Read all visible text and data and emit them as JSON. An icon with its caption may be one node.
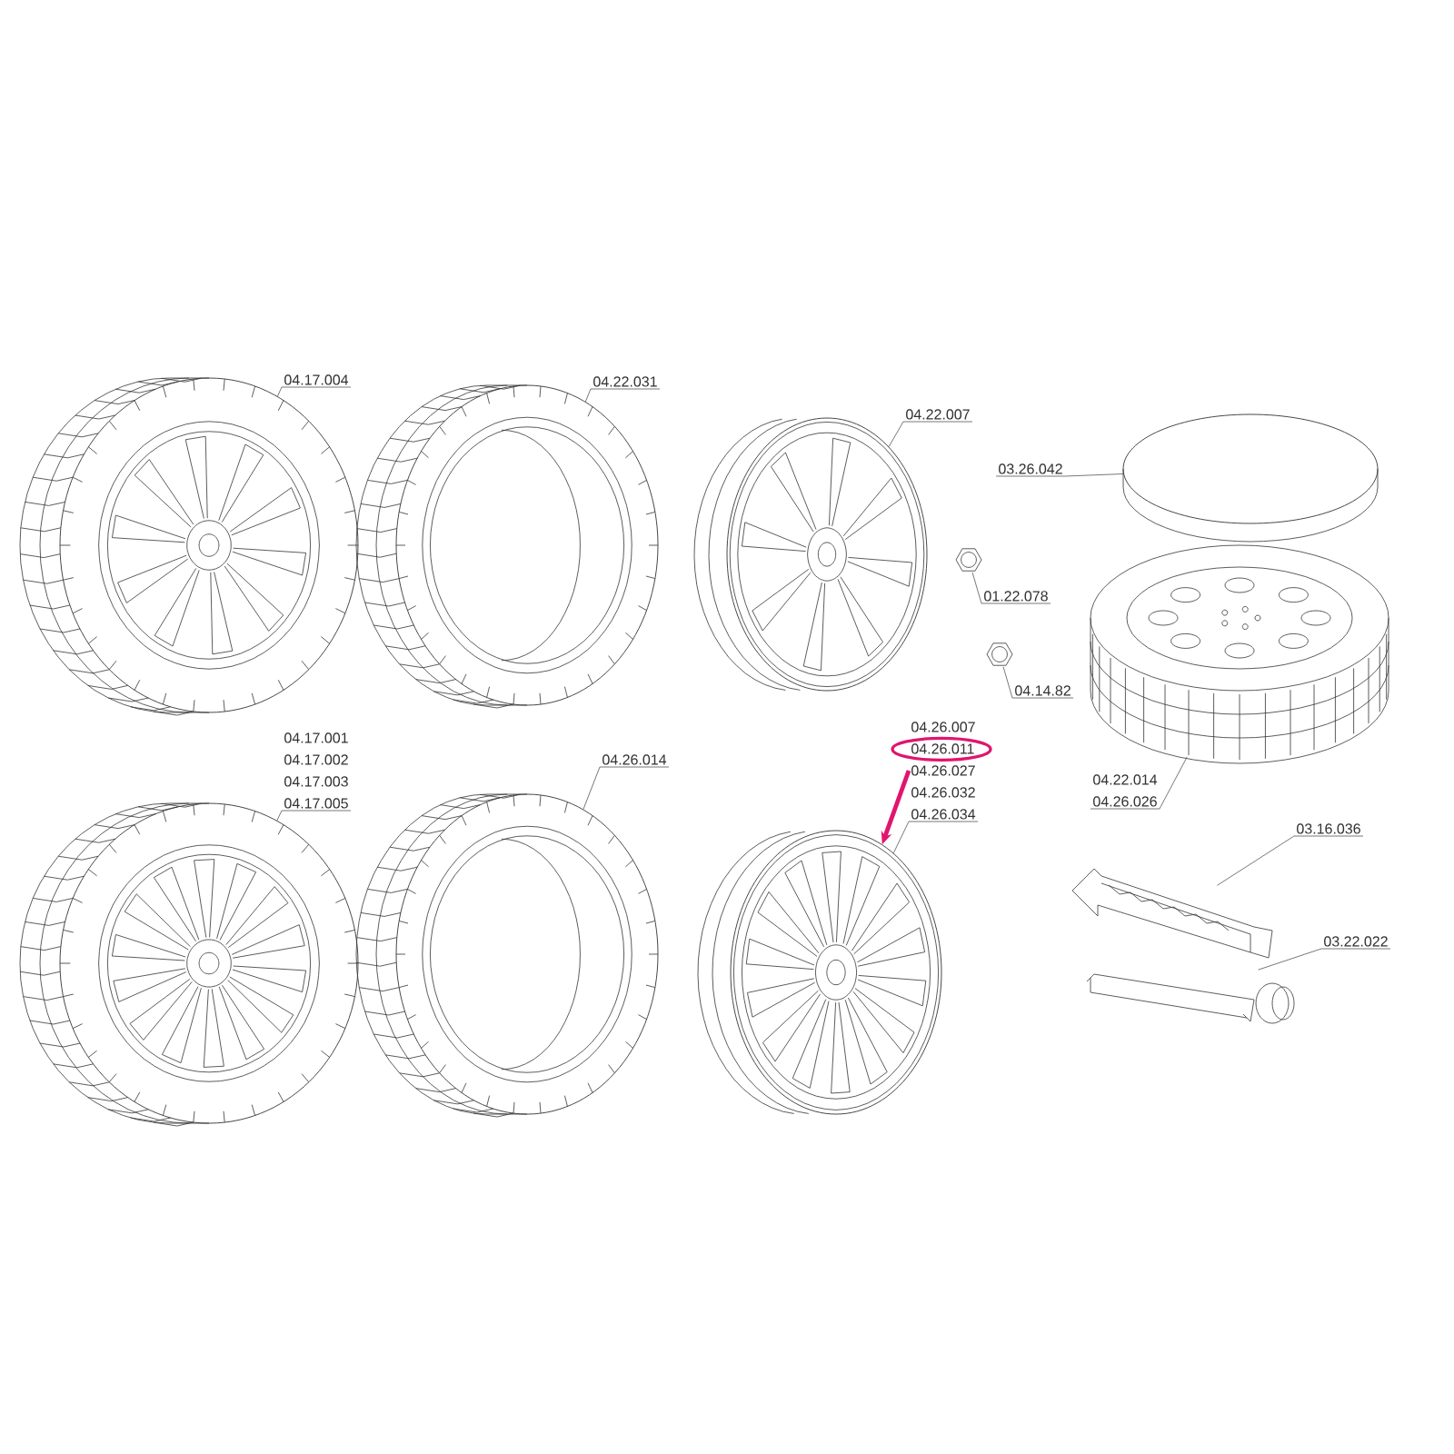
{
  "diagram": {
    "nodes": [
      {
        "text": [],
        "shape": "picture"
      },
      {
        "text": [],
        "shape": "picture"
      },
      {
        "text": [],
        "shape": "picture"
      },
      {
        "text": [],
        "shape": "picture"
      },
      {
        "text": [],
        "shape": "picture"
      },
      {
        "text": [],
        "shape": "picture"
      },
      {
        "text": [],
        "shape": "picture"
      },
      {
        "text": [],
        "shape": "picture"
      },
      {
        "text": [],
        "shape": "picture"
      },
      {
        "text": [],
        "shape": "picture"
      },
      {
        "text": [],
        "shape": "picture"
      },
      {
        "text": [],
        "shape": "picture"
      },
      {
        "text": [
          "04.17.004"
        ]
      },
      {
        "text": [
          "04.22.031"
        ]
      },
      {
        "text": [
          "04.22.007"
        ]
      },
      {
        "text": [
          "03.26.042"
        ]
      },
      {
        "text": [
          "01.22.078"
        ]
      },
      {
        "text": [
          "04.14.82"
        ]
      },
      {
        "text": [
          "04.17.001",
          "04.17.002",
          "04.17.003",
          "04.17.005"
        ]
      },
      {
        "text": [
          "04.26.014"
        ]
      },
      {
        "text": [
          "04.26.007",
          "04.26.011",
          "04.26.027",
          "04.26.032",
          "04.26.034"
        ]
      },
      {
        "text": [
          "04.22.014",
          "04.26.026"
        ]
      },
      {
        "text": [
          "03.16.036"
        ]
      },
      {
        "text": [
          "03.22.022"
        ]
      }
    ],
    "edges": [
      {
        "from": 12,
        "to": 0,
        "arrow": "none"
      },
      {
        "from": 13,
        "to": 1,
        "arrow": "none"
      },
      {
        "from": 14,
        "to": 2,
        "arrow": "none"
      },
      {
        "from": 15,
        "to": 5,
        "arrow": "none"
      },
      {
        "from": 16,
        "to": 3,
        "arrow": "none"
      },
      {
        "from": 17,
        "to": 4,
        "arrow": "none"
      },
      {
        "from": 18,
        "to": 7,
        "arrow": "none"
      },
      {
        "from": 19,
        "to": 8,
        "arrow": "none"
      },
      {
        "from": 20,
        "to": 9,
        "arrow": "none"
      },
      {
        "from": 20,
        "to": 9,
        "arrow": "to",
        "style": "thick",
        "color": "#e0156e"
      },
      {
        "from": 21,
        "to": 6,
        "arrow": "none"
      },
      {
        "from": 22,
        "to": 10,
        "arrow": "none"
      },
      {
        "from": 23,
        "to": 11,
        "arrow": "none"
      }
    ]
  }
}
